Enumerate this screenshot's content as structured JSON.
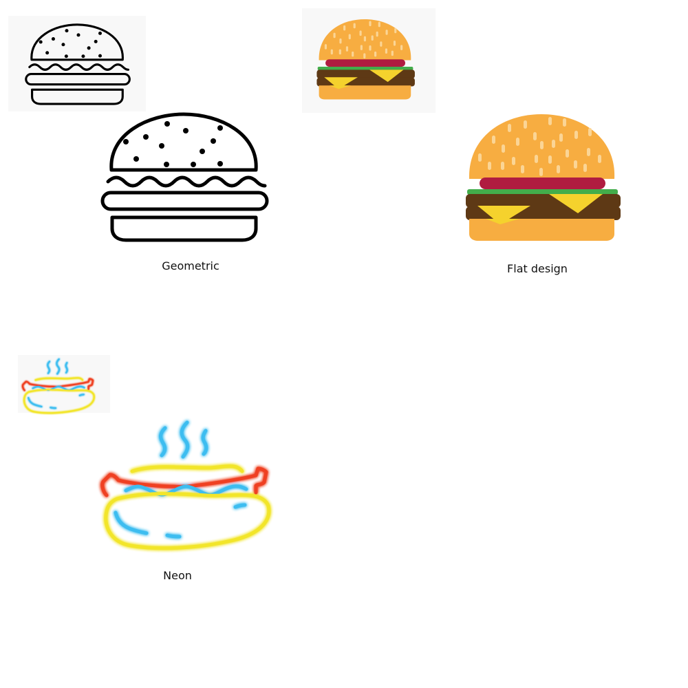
{
  "styles": [
    {
      "id": "geometric",
      "label": "Geometric",
      "subject": "burger"
    },
    {
      "id": "flat",
      "label": "Flat design",
      "subject": "burger"
    },
    {
      "id": "neon",
      "label": "Neon",
      "subject": "hotdog"
    }
  ],
  "colors": {
    "thumb_bg": "#f8f8f8",
    "bun": "#f7ad41",
    "sesame": "#fbd595",
    "tomato": "#b01c40",
    "lettuce": "#43ad4b",
    "patty": "#5e3915",
    "cheese": "#f5d22d",
    "neon_yellow": "#f2e52a",
    "neon_red": "#ef4122",
    "neon_blue": "#3cbdf0"
  }
}
